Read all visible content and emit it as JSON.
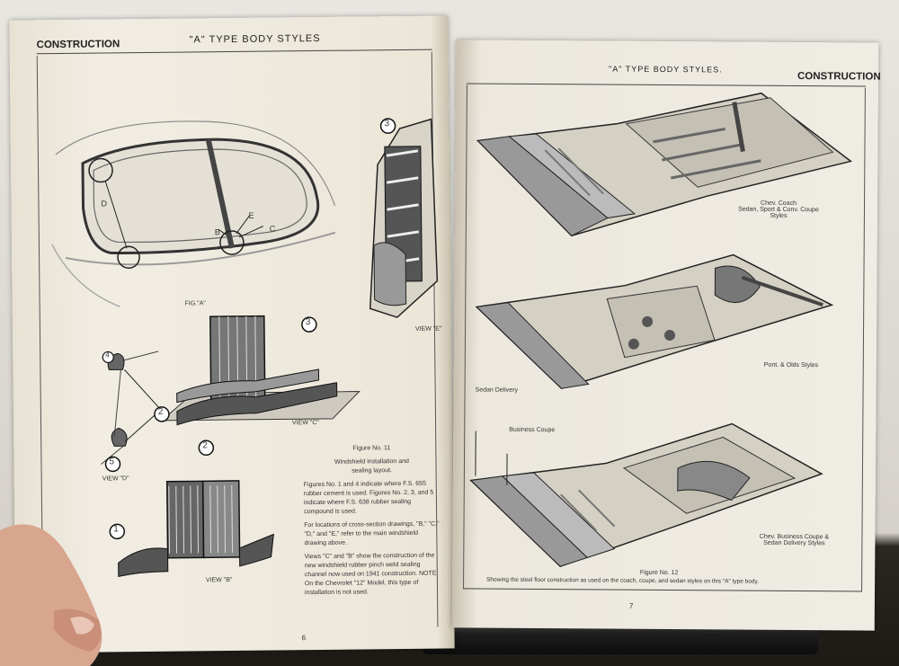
{
  "left_page": {
    "section": "CONSTRUCTION",
    "title": "\"A\" TYPE BODY STYLES",
    "page_number": "6",
    "labels": {
      "fig_a": "FIG.\"A\"",
      "view_c": "VIEW \"C\"",
      "view_d": "VIEW \"D\"",
      "view_e": "VIEW \"E\"",
      "view_b": "VIEW \"B\"",
      "letter_b": "B",
      "letter_c": "C",
      "letter_d": "D",
      "letter_e": "E",
      "num_1": "1",
      "num_2a": "2",
      "num_2b": "2",
      "num_3a": "3",
      "num_3b": "3",
      "num_4": "4",
      "num_5": "5"
    },
    "figure": {
      "title": "Figure No. 11",
      "subtitle_1": "Windshield installation and",
      "subtitle_2": "sealing layout.",
      "para_1": "Figures No. 1 and 4 indicate where F.S. 655 rubber cement is used. Figures No. 2, 3, and 5 indicate where F.S. 638 rubber sealing compound is used.",
      "para_2": "For locations of cross-section drawings, \"B,\" \"C,\" \"D,\" and \"E,\" refer to the main windshield drawing above.",
      "para_3": "Views \"C\" and \"B\" show the construction of the new windshield rubber pinch weld sealing channel now used on 1941 construction. NOTE: On the Chevrolet \"12\" Model, this type of installation is not used."
    }
  },
  "right_page": {
    "title": "\"A\" TYPE BODY STYLES.",
    "section": "CONSTRUCTION",
    "page_number": "7",
    "captions": {
      "top_1": "Chev. Coach",
      "top_2": "Sedan, Sport & Conv. Coupe",
      "top_3": "Styles",
      "mid": "Pont. & Olds Styles",
      "bot_1": "Chev. Business Coupe &",
      "bot_2": "Sedan Delivery Styles",
      "callout_sedan": "Sedan Delivery",
      "callout_business": "Business Coupe"
    },
    "figure_title": "Figure No. 12",
    "figure_caption": "Showing the steel floor construction as used on the coach, coupe, and sedan styles on this \"A\" type body."
  }
}
